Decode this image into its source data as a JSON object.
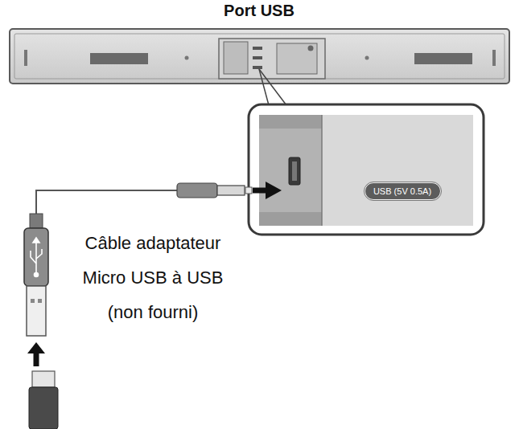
{
  "diagram": {
    "title": "Port USB",
    "nodes": [
      {
        "text": [
          "USB (5V 0.5A)"
        ]
      }
    ],
    "labels": [
      "Câble adaptateur Micro USB à USB (non fourni)"
    ]
  }
}
